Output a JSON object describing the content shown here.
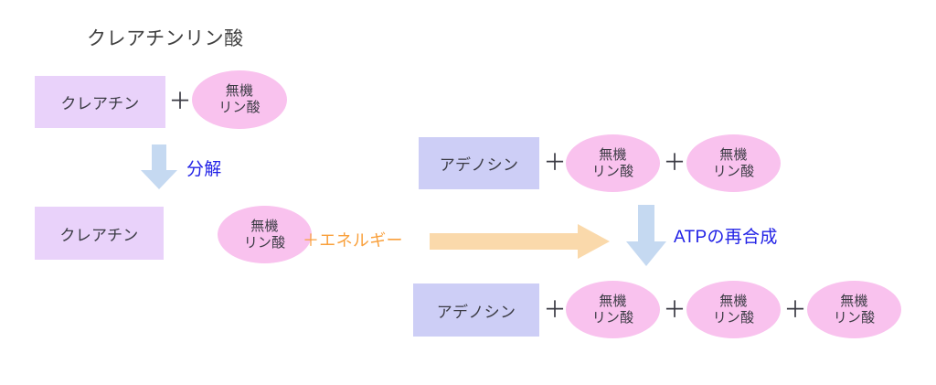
{
  "diagram": {
    "title": "クレアチンリン酸",
    "colors": {
      "creatine_box": "#e9d2fa",
      "adenosine_box": "#cdcef6",
      "phosphate_ellipse": "#f9c2ee",
      "blue_arrow": "#c5d9f1",
      "orange_arrow": "#fad9ab",
      "blue_text": "#2222e6",
      "orange_text": "#f9a03c",
      "dark_text": "#3b3b44"
    },
    "labels": {
      "creatine": "クレアチン",
      "adenosine": "アデノシン",
      "phosphate_line1": "無機",
      "phosphate_line2": "リン酸",
      "plus": "＋",
      "decomposition": "分解",
      "plus_energy": "＋エネルギー",
      "atp_resynthesis": "ATPの再合成"
    },
    "left_column": {
      "row1": {
        "box": "クレアチン",
        "plus": "＋",
        "ellipse": {
          "line1": "無機",
          "line2": "リン酸"
        }
      },
      "arrow_label": "分解",
      "row2": {
        "box": "クレアチン",
        "ellipse": {
          "line1": "無機",
          "line2": "リン酸"
        },
        "energy": "＋エネルギー"
      }
    },
    "right_column": {
      "row1": {
        "box": "アデノシン",
        "plus1": "＋",
        "ellipse1": {
          "line1": "無機",
          "line2": "リン酸"
        },
        "plus2": "＋",
        "ellipse2": {
          "line1": "無機",
          "line2": "リン酸"
        }
      },
      "arrow_label": "ATPの再合成",
      "row2": {
        "box": "アデノシン",
        "plus1": "＋",
        "ellipse1": {
          "line1": "無機",
          "line2": "リン酸"
        },
        "plus2": "＋",
        "ellipse2": {
          "line1": "無機",
          "line2": "リン酸"
        },
        "plus3": "＋",
        "ellipse3": {
          "line1": "無機",
          "line2": "リン酸"
        }
      }
    }
  }
}
